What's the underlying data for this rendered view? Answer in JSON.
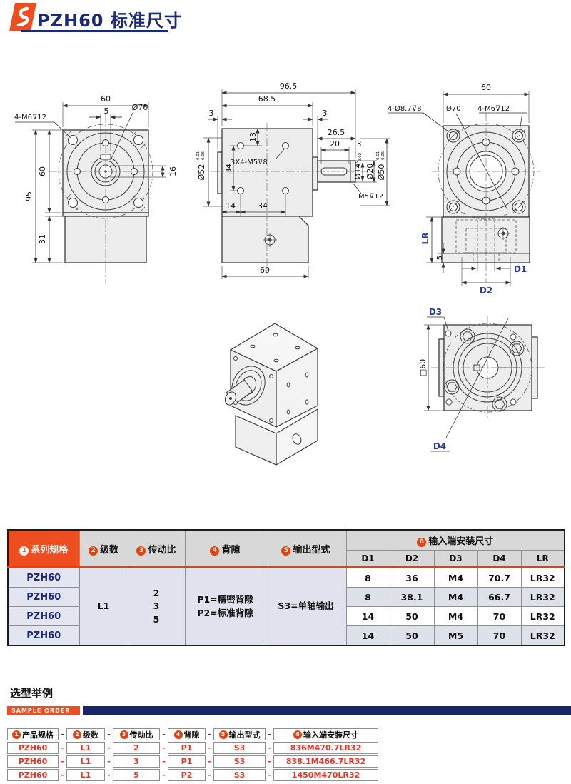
{
  "page": {
    "title": "PZH60 标准尺寸",
    "accent_orange": "#ee4d1f",
    "accent_navy": "#1b2a78",
    "accent_red": "#e53528",
    "bar_navy": "#1a2468"
  },
  "drawings": {
    "front": {
      "dim_top": "60",
      "dim_5": "5",
      "label_d70": "Ø70",
      "label_m6": "4-M6⊽12",
      "dim_60v": "60",
      "dim_95": "95",
      "dim_31": "31",
      "dim_16": "16"
    },
    "side": {
      "dim_965": "96.5",
      "dim_685": "68.5",
      "dim_3l": "3",
      "dim_3r": "3",
      "dim_13": "13",
      "dim_265": "26.5",
      "dim_20": "20",
      "dim_3s": "3",
      "label_d52": "Ø52",
      "tol_52_hi": "-0.01",
      "tol_52_lo": "-0.05",
      "label_m5x4": "3X4-M5⊽8",
      "dim_34v": "34",
      "dim_14": "14",
      "dim_34h": "34",
      "label_d14": "Ø14",
      "tol_14_hi": "0",
      "tol_14_lo": "-0.02",
      "label_d20": "Ø20",
      "label_d50": "Ø50",
      "tol_50_hi": "-0.01",
      "tol_50_lo": "-0.05",
      "label_m5": "M5⊽12",
      "dim_60b": "60"
    },
    "rear": {
      "dim_top": "60",
      "label_d87": "4-Ø8.7⊽8",
      "label_d70": "Ø70",
      "label_m6": "4-M6⊽12",
      "label_lr": "LR",
      "dim_5": "5",
      "label_d1": "D1",
      "label_d2": "D2"
    },
    "bottom": {
      "label_d3": "D3",
      "dim_sq60": "□60",
      "label_d4": "D4"
    }
  },
  "spec_table": {
    "headers": {
      "series": {
        "num": "1",
        "label": "系列规格"
      },
      "stage": {
        "num": "2",
        "label": "级数"
      },
      "ratio": {
        "num": "3",
        "label": "传动比"
      },
      "backlash": {
        "num": "4",
        "label": "背隙"
      },
      "output": {
        "num": "5",
        "label": "输出型式"
      },
      "input_dims": {
        "num": "6",
        "label": "输入端安装尺寸"
      }
    },
    "sub_headers": [
      "D1",
      "D2",
      "D3",
      "D4",
      "LR"
    ],
    "series_name": "PZH60",
    "stage": "L1",
    "ratios": [
      "2",
      "3",
      "5"
    ],
    "backlash_lines": [
      "P1=精密背隙",
      "P2=标准背隙"
    ],
    "output": "S3=单轴输出",
    "rows": [
      {
        "d1": "8",
        "d2": "36",
        "d3": "M4",
        "d4": "70.7",
        "lr": "LR32"
      },
      {
        "d1": "8",
        "d2": "38.1",
        "d3": "M4",
        "d4": "66.7",
        "lr": "LR32"
      },
      {
        "d1": "14",
        "d2": "50",
        "d3": "M4",
        "d4": "70",
        "lr": "LR32"
      },
      {
        "d1": "14",
        "d2": "50",
        "d3": "M5",
        "d4": "70",
        "lr": "LR32"
      }
    ]
  },
  "sample_order": {
    "heading": "选型举例",
    "badge": "SAMPLE ORDER",
    "dash": "-",
    "headers": [
      {
        "num": "1",
        "label": "产品规格"
      },
      {
        "num": "2",
        "label": "级数"
      },
      {
        "num": "3",
        "label": "传动比"
      },
      {
        "num": "4",
        "label": "背隙"
      },
      {
        "num": "5",
        "label": "输出型式"
      },
      {
        "num": "6",
        "label": "输入端安装尺寸"
      }
    ],
    "rows": [
      [
        "PZH60",
        "L1",
        "2",
        "P1",
        "S3",
        "836M470.7LR32"
      ],
      [
        "PZH60",
        "L1",
        "3",
        "P1",
        "S3",
        "838.1M466.7LR32"
      ],
      [
        "PZH60",
        "L1",
        "5",
        "P2",
        "S3",
        "1450M470LR32"
      ]
    ]
  }
}
